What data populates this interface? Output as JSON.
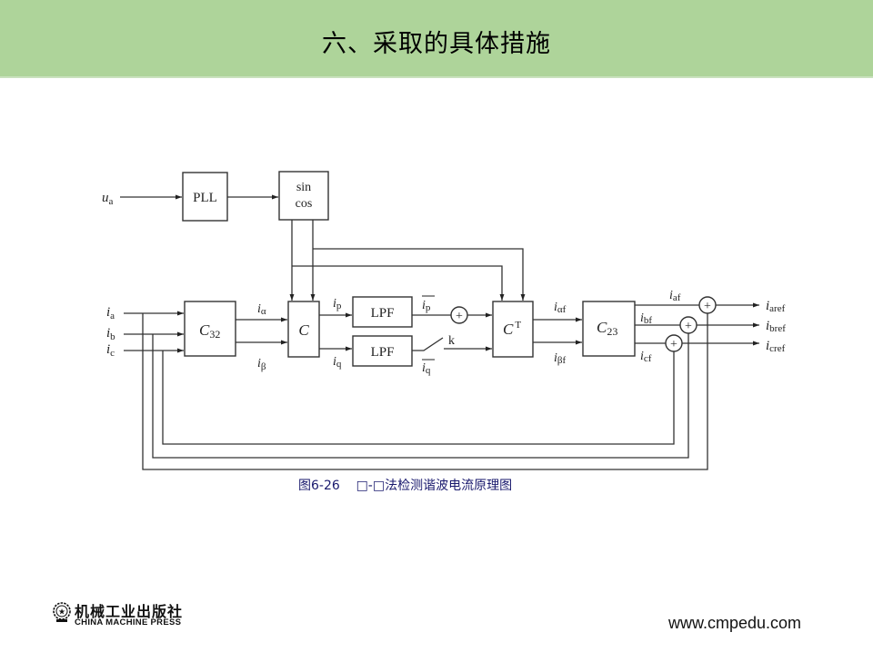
{
  "header": {
    "title": "六、采取的具体措施",
    "background_color": "#aed49a"
  },
  "diagram": {
    "input_voltage": {
      "main": "u",
      "sub": "a"
    },
    "blocks": {
      "pll": "PLL",
      "sincos_line1": "sin",
      "sincos_line2": "cos",
      "c32": {
        "main": "C",
        "sub": "32"
      },
      "c": "C",
      "lpf_p": "LPF",
      "lpf_q": "LPF",
      "ct": {
        "main": "C",
        "sup": "T"
      },
      "c23": {
        "main": "C",
        "sub": "23"
      }
    },
    "inputs": [
      {
        "main": "i",
        "sub": "a"
      },
      {
        "main": "i",
        "sub": "b"
      },
      {
        "main": "i",
        "sub": "c"
      }
    ],
    "signals": {
      "i_alpha": {
        "main": "i",
        "sub": "α"
      },
      "i_beta": {
        "main": "i",
        "sub": "β"
      },
      "i_p": {
        "main": "i",
        "sub": "p"
      },
      "i_q": {
        "main": "i",
        "sub": "q"
      },
      "i_p_bar": {
        "main": "i",
        "sub": "p"
      },
      "i_q_bar": {
        "main": "i",
        "sub": "q"
      },
      "switch": "k",
      "i_alpha_f": {
        "main": "i",
        "sub": "αf"
      },
      "i_beta_f": {
        "main": "i",
        "sub": "βf"
      },
      "i_af": {
        "main": "i",
        "sub": "af"
      },
      "i_bf": {
        "main": "i",
        "sub": "bf"
      },
      "i_cf": {
        "main": "i",
        "sub": "cf"
      }
    },
    "outputs": [
      {
        "main": "i",
        "sub": "aref"
      },
      {
        "main": "i",
        "sub": "bref"
      },
      {
        "main": "i",
        "sub": "cref"
      }
    ],
    "sum_symbol": "+"
  },
  "caption": "图6-26    □-□法检测谐波电流原理图",
  "footer": {
    "publisher_cn": "机械工业出版社",
    "publisher_en": "CHINA MACHINE PRESS",
    "url": "www.cmpedu.com"
  }
}
